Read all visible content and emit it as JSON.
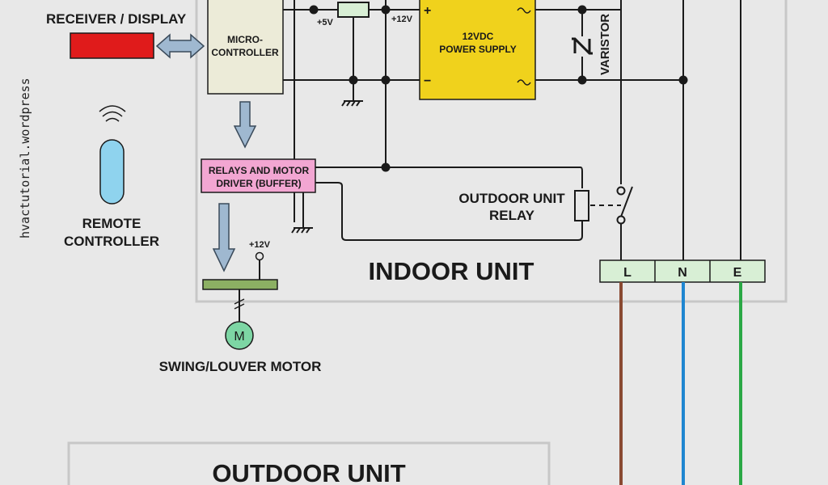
{
  "watermark": "hvactutorial.wordpress",
  "labels": {
    "receiver_display": "RECEIVER / DISPLAY",
    "microcontroller_line1": "MICRO-",
    "microcontroller_line2": "CONTROLLER",
    "power_supply_line1": "12VDC",
    "power_supply_line2": "POWER SUPPLY",
    "plus": "+",
    "minus": "−",
    "v5": "+5V",
    "v12_top": "+12V",
    "varistor": "VARISTOR",
    "relays_line1": "RELAYS AND MOTOR",
    "relays_line2": "DRIVER (BUFFER)",
    "outdoor_relay_line1": "OUTDOOR UNIT",
    "outdoor_relay_line2": "RELAY",
    "remote_line1": "REMOTE",
    "remote_line2": "CONTROLLER",
    "v12_motor": "+12V",
    "motor_symbol": "M",
    "swing_motor": "SWING/LOUVER MOTOR",
    "indoor_unit": "INDOOR UNIT",
    "outdoor_unit": "OUTDOOR UNIT",
    "terminal_l": "L",
    "terminal_n": "N",
    "terminal_e": "E"
  },
  "colors": {
    "background": "#e8e8e8",
    "receiver_display": "#e01b1b",
    "microcontroller": "#ecebd8",
    "power_supply": "#f0d21c",
    "relays_driver": "#f2a6d2",
    "remote_controller": "#8fd3ee",
    "motor": "#7dd6a4",
    "terminal_block": "#d8efd5",
    "louver_bar": "#8cb063",
    "arrow": "#9fb8d0",
    "wire_live": "#8a4a32",
    "wire_neutral": "#1f86d0",
    "wire_earth": "#2aa845"
  }
}
